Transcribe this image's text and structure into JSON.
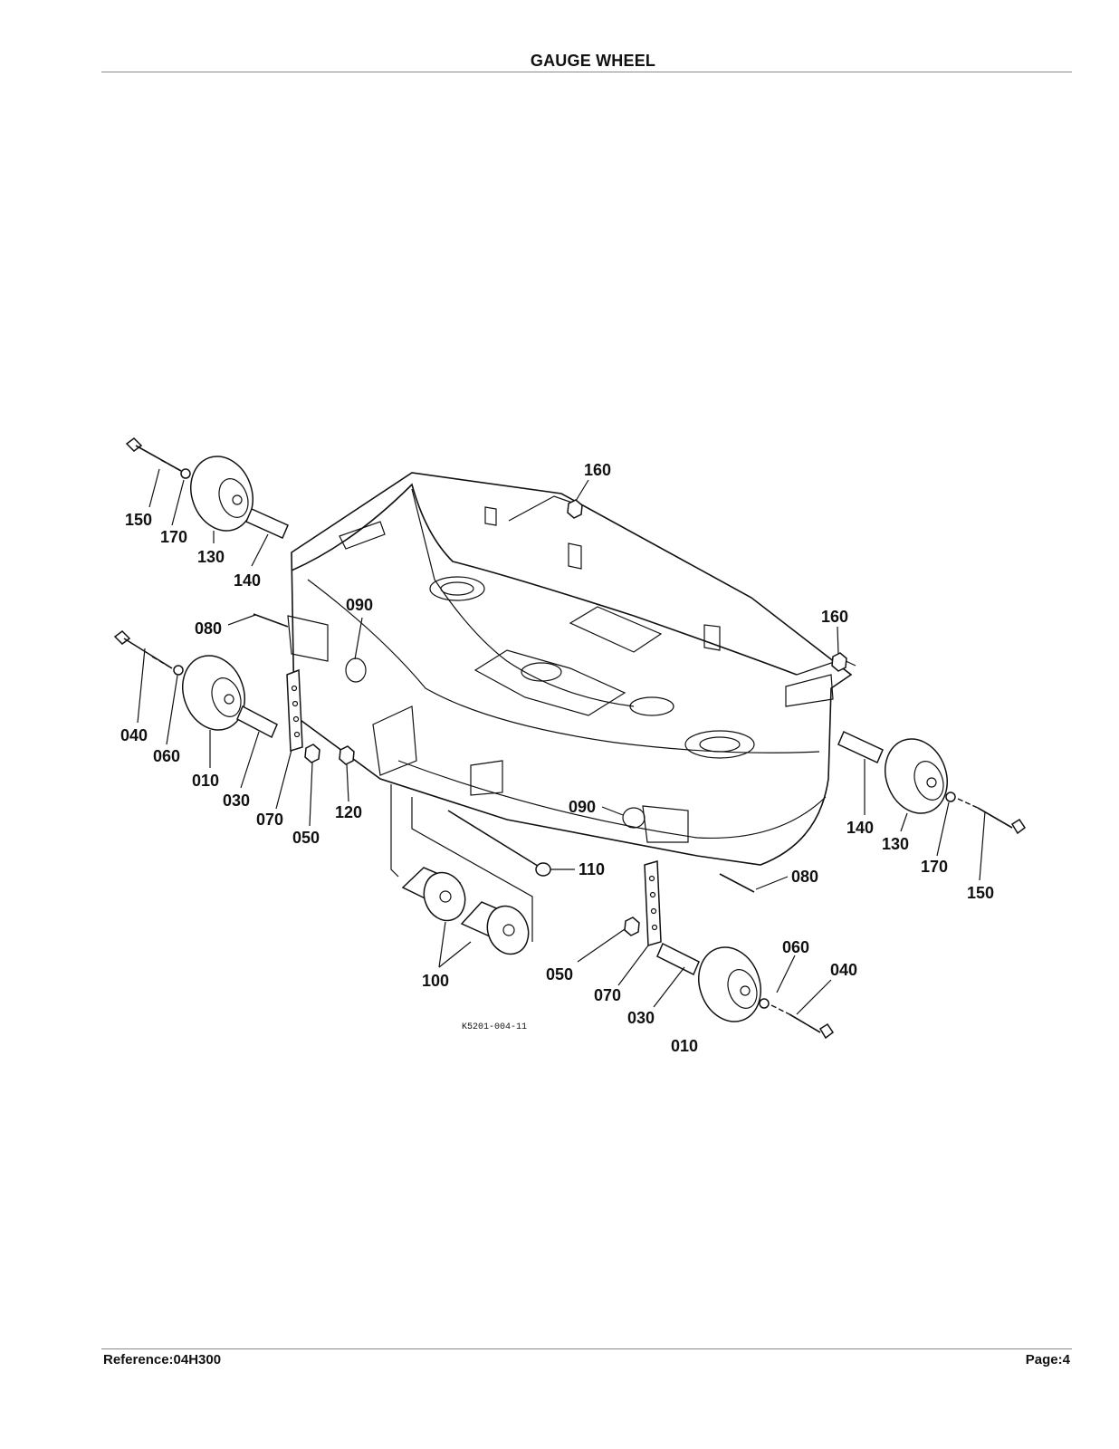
{
  "header": {
    "title": "GAUGE WHEEL"
  },
  "footer": {
    "reference": "Reference:04H300",
    "page": "Page:4"
  },
  "diagram": {
    "drawing_code": "K5201-004-11",
    "callouts": [
      {
        "id": "c1",
        "text": "150"
      },
      {
        "id": "c2",
        "text": "170"
      },
      {
        "id": "c3",
        "text": "130"
      },
      {
        "id": "c4",
        "text": "140"
      },
      {
        "id": "c5",
        "text": "160"
      },
      {
        "id": "c6",
        "text": "080"
      },
      {
        "id": "c7",
        "text": "090"
      },
      {
        "id": "c8",
        "text": "160"
      },
      {
        "id": "c9",
        "text": "040"
      },
      {
        "id": "c10",
        "text": "060"
      },
      {
        "id": "c11",
        "text": "010"
      },
      {
        "id": "c12",
        "text": "030"
      },
      {
        "id": "c13",
        "text": "070"
      },
      {
        "id": "c14",
        "text": "050"
      },
      {
        "id": "c15",
        "text": "120"
      },
      {
        "id": "c16",
        "text": "090"
      },
      {
        "id": "c17",
        "text": "140"
      },
      {
        "id": "c18",
        "text": "130"
      },
      {
        "id": "c19",
        "text": "170"
      },
      {
        "id": "c20",
        "text": "150"
      },
      {
        "id": "c21",
        "text": "110"
      },
      {
        "id": "c22",
        "text": "080"
      },
      {
        "id": "c23",
        "text": "100"
      },
      {
        "id": "c24",
        "text": "050"
      },
      {
        "id": "c25",
        "text": "070"
      },
      {
        "id": "c26",
        "text": "030"
      },
      {
        "id": "c27",
        "text": "060"
      },
      {
        "id": "c28",
        "text": "040"
      },
      {
        "id": "c29",
        "text": "010"
      }
    ]
  }
}
